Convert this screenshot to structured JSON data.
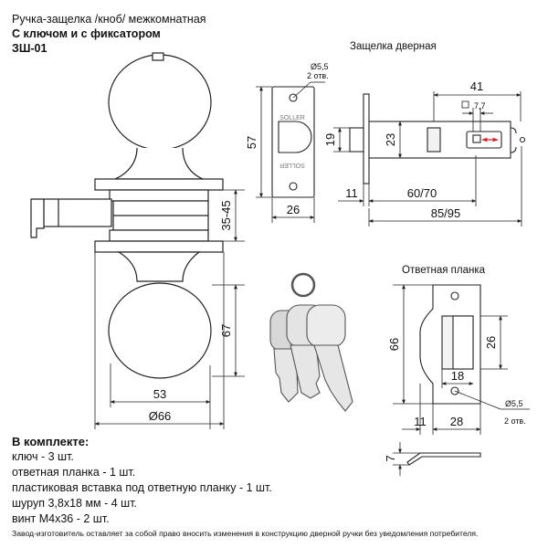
{
  "header": {
    "title": "Ручка-защелка /кноб/ межкомнатная",
    "subtitle": "С ключом и с фиксатором",
    "model": "ЗШ-01"
  },
  "latch_section": {
    "caption": "Защелка дверная",
    "hole_note_dia": "Ø5,5",
    "hole_note_count": "2 отв.",
    "brand": "SOLLER",
    "dims": {
      "plate_height": "57",
      "plate_width": "26",
      "bolt_height": "19",
      "body_height": "23",
      "offset": "11",
      "top_width": "41",
      "slot": "7,7",
      "backset": "60/70",
      "total": "85/95"
    }
  },
  "knob_section": {
    "dims": {
      "rose_height": "35-45",
      "knob_height": "67",
      "knob_depth": "53",
      "knob_diameter": "Ø66"
    }
  },
  "strike_section": {
    "caption": "Ответная планка",
    "hole_note_dia": "Ø5,5",
    "hole_note_count": "2 отв.",
    "dims": {
      "plate_height": "66",
      "opening_height": "26",
      "opening_width": "18",
      "lip": "11",
      "width": "28",
      "thickness": "7"
    }
  },
  "kit": {
    "title": "В комплекте:",
    "items": [
      "ключ - 3 шт.",
      "ответная планка - 1 шт.",
      "пластиковая вставка под ответную планку - 1 шт.",
      "шуруп 3,8х18 мм - 4 шт.",
      "винт М4х36 - 2 шт."
    ]
  },
  "footer": "Завод-изготовитель оставляет за собой право вносить изменения в конструкцию дверной ручки без уведомления потребителя.",
  "colors": {
    "line": "#222222",
    "plate_fill": "#f7f7f7",
    "arrow_accent": "#e02020"
  }
}
